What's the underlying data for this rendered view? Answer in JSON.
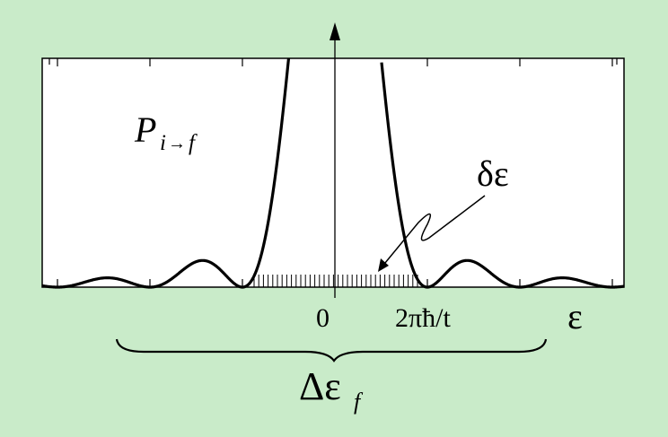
{
  "figure": {
    "background_color": "#c9ebc9",
    "plot_background_color": "#ffffff",
    "curve_color": "#000000",
    "subscript_i_color": "#1a3fd6",
    "y_axis_label": {
      "symbol": "P",
      "subscript_i": "i",
      "subscript_arrow": "→",
      "subscript_f": "f"
    },
    "x_axis_label": "ε",
    "x_tick_zero": "0",
    "x_tick_period": "2πħ/t",
    "annotation_spacing": "δε",
    "bracket_label": {
      "symbol": "Δε",
      "subscript": "f"
    }
  }
}
